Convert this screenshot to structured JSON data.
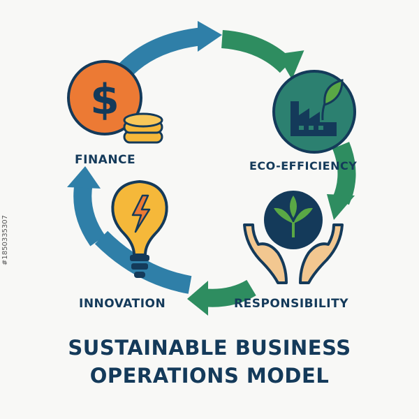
{
  "diagram": {
    "nodes": [
      {
        "id": "finance",
        "label": "FINANCE",
        "icon": "dollar-coins-icon"
      },
      {
        "id": "eco",
        "label": "ECO-EFFICIENCY",
        "icon": "factory-leaf-icon"
      },
      {
        "id": "responsibility",
        "label": "RESPONSIBILITY",
        "icon": "hands-plant-icon"
      },
      {
        "id": "innovation",
        "label": "INNOVATION",
        "icon": "lightbulb-bolt-icon"
      }
    ],
    "title_line1": "SUSTAINABLE BUSINESS",
    "title_line2": "OPERATIONS MODEL",
    "side_id": "#1850335307"
  },
  "colors": {
    "navy": "#143a5a",
    "blue_arrow": "#2f7fa8",
    "green_arrow": "#2e8d60",
    "orange": "#ec7a34",
    "yellow": "#f5b83a",
    "teal": "#2c8070",
    "leaf_green": "#5aa845",
    "skin": "#f2c790",
    "background": "#f8f8f6"
  }
}
